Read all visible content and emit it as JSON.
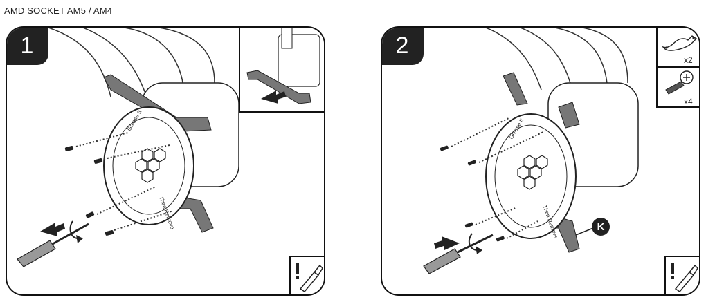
{
  "header": {
    "title": "AMD SOCKET AM5 / AM4"
  },
  "steps": [
    {
      "number": "1",
      "plate_text_1": "Then Remove",
      "plate_text_2": "Grease It"
    },
    {
      "number": "2",
      "plate_text_1": "Then Remove",
      "plate_text_2": "Grease It",
      "parts": [
        {
          "name": "bracket",
          "qty": "x2"
        },
        {
          "name": "screw",
          "qty": "x4"
        }
      ],
      "callout": "K"
    }
  ],
  "icons": [
    "screwdriver-icon",
    "warning-icon",
    "bracket-icon",
    "screw-icon",
    "arrow-icon",
    "rotate-icon"
  ]
}
